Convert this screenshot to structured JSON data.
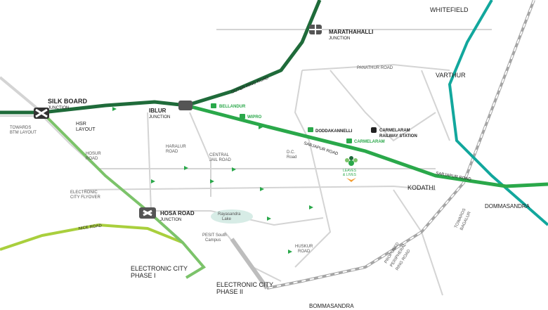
{
  "map": {
    "areas": {
      "whitefield": "WHITEFIELD",
      "varthur": "VARTHUR",
      "hsr": "HSR",
      "hsr2": "LAYOUT",
      "kodathi": "KODATHI",
      "dommasandra": "DOMMASANDRA",
      "ec1": "ELECTRONIC CITY",
      "ec1b": "PHASE I",
      "ec2": "ELECTRONIC CITY",
      "ec2b": "PHASE II",
      "bommasandra": "BOMMASANDRA"
    },
    "junctions": {
      "marathahalli": "MARATHAHALLI",
      "marathahalli_sub": "JUNCTION",
      "silkboard": "SILK BOARD",
      "silkboard_sub": "JUNCTION",
      "iblur": "IBLUR",
      "iblur_sub": "JUNCTION",
      "hosaroad": "HOSA ROAD",
      "hosaroad_sub": "JUNCTION"
    },
    "roads": {
      "panathur": "PANATHUR ROAD",
      "outer_ring": "OUTER RING ROAD",
      "sarjapur1": "SARJAPUR ROAD",
      "sarjapur2": "SARJAPUR ROAD",
      "hosur": "HOSUR",
      "hosur2": "ROAD",
      "haralur": "HARALUR",
      "haralur2": "ROAD",
      "central_jail": "CENTRAL",
      "central_jail2": "JAIL ROAD",
      "dc": "D.C.",
      "dc2": "Road",
      "ec_flyover": "ELECTRONIC",
      "ec_flyover2": "CITY FLYOVER",
      "nice": "NICE ROAD",
      "huskur": "HUSKUR",
      "huskur2": "ROAD",
      "towards_btm": "TOWARDS",
      "towards_btm2": "BTM LAYOUT",
      "towards_bagalur": "TOWARDS",
      "towards_bagalur2": "BAGALUR",
      "prr": "PROPOSED",
      "prr2": "PERIPHERAL",
      "prr3": "RING ROAD"
    },
    "landmarks": {
      "bellandur": "BELLANDUR",
      "wipro": "WIPRO",
      "doddakannelli": "DODDAKANNELLI",
      "carmelaram": "CARMELARAM",
      "carmelaram_station": "CARMELARAM",
      "carmelaram_station2": "RAILWAY STATION",
      "rayasandra": "Rayasandra",
      "rayasandra2": "Lake",
      "pesit": "PESIT South",
      "pesit2": "Campus",
      "project": "LEAVES",
      "project2": "& LIVES"
    },
    "colors": {
      "dark_green": "#1f6b3a",
      "mid_green": "#2aa84a",
      "light_green": "#7cc36a",
      "lime": "#a9cf3d",
      "teal": "#12a79d",
      "grey_road": "#cfcfcf",
      "rail": "#9a9a9a"
    }
  }
}
